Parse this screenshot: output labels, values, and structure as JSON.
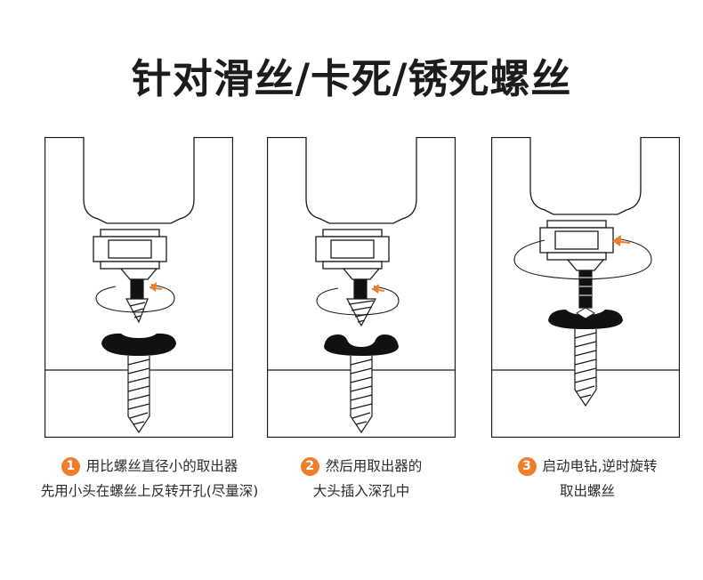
{
  "title": "针对滑丝/卡死/锈死螺丝",
  "colors": {
    "accent": "#f07d28",
    "outline": "#1a1a1a",
    "screw_head": "#111111",
    "background": "#ffffff"
  },
  "steps": [
    {
      "number": "1",
      "line1": "用比螺丝直径小的取出器",
      "line2": "先用小头在螺丝上反转开孔(尽量深)",
      "icons": [
        "drill-icon",
        "extractor-bit-icon",
        "rotation-arrow-icon",
        "screw-head-icon",
        "screw-icon"
      ]
    },
    {
      "number": "2",
      "line1": "然后用取出器的",
      "line2": "大头插入深孔中",
      "icons": [
        "drill-icon",
        "extractor-bit-icon",
        "rotation-arrow-icon",
        "screw-head-icon",
        "screw-icon"
      ]
    },
    {
      "number": "3",
      "line1": "启动电钻,逆时旋转",
      "line2": "取出螺丝",
      "icons": [
        "drill-icon",
        "extractor-bit-icon",
        "rotation-arrow-icon",
        "screw-head-icon",
        "screw-icon"
      ]
    }
  ]
}
